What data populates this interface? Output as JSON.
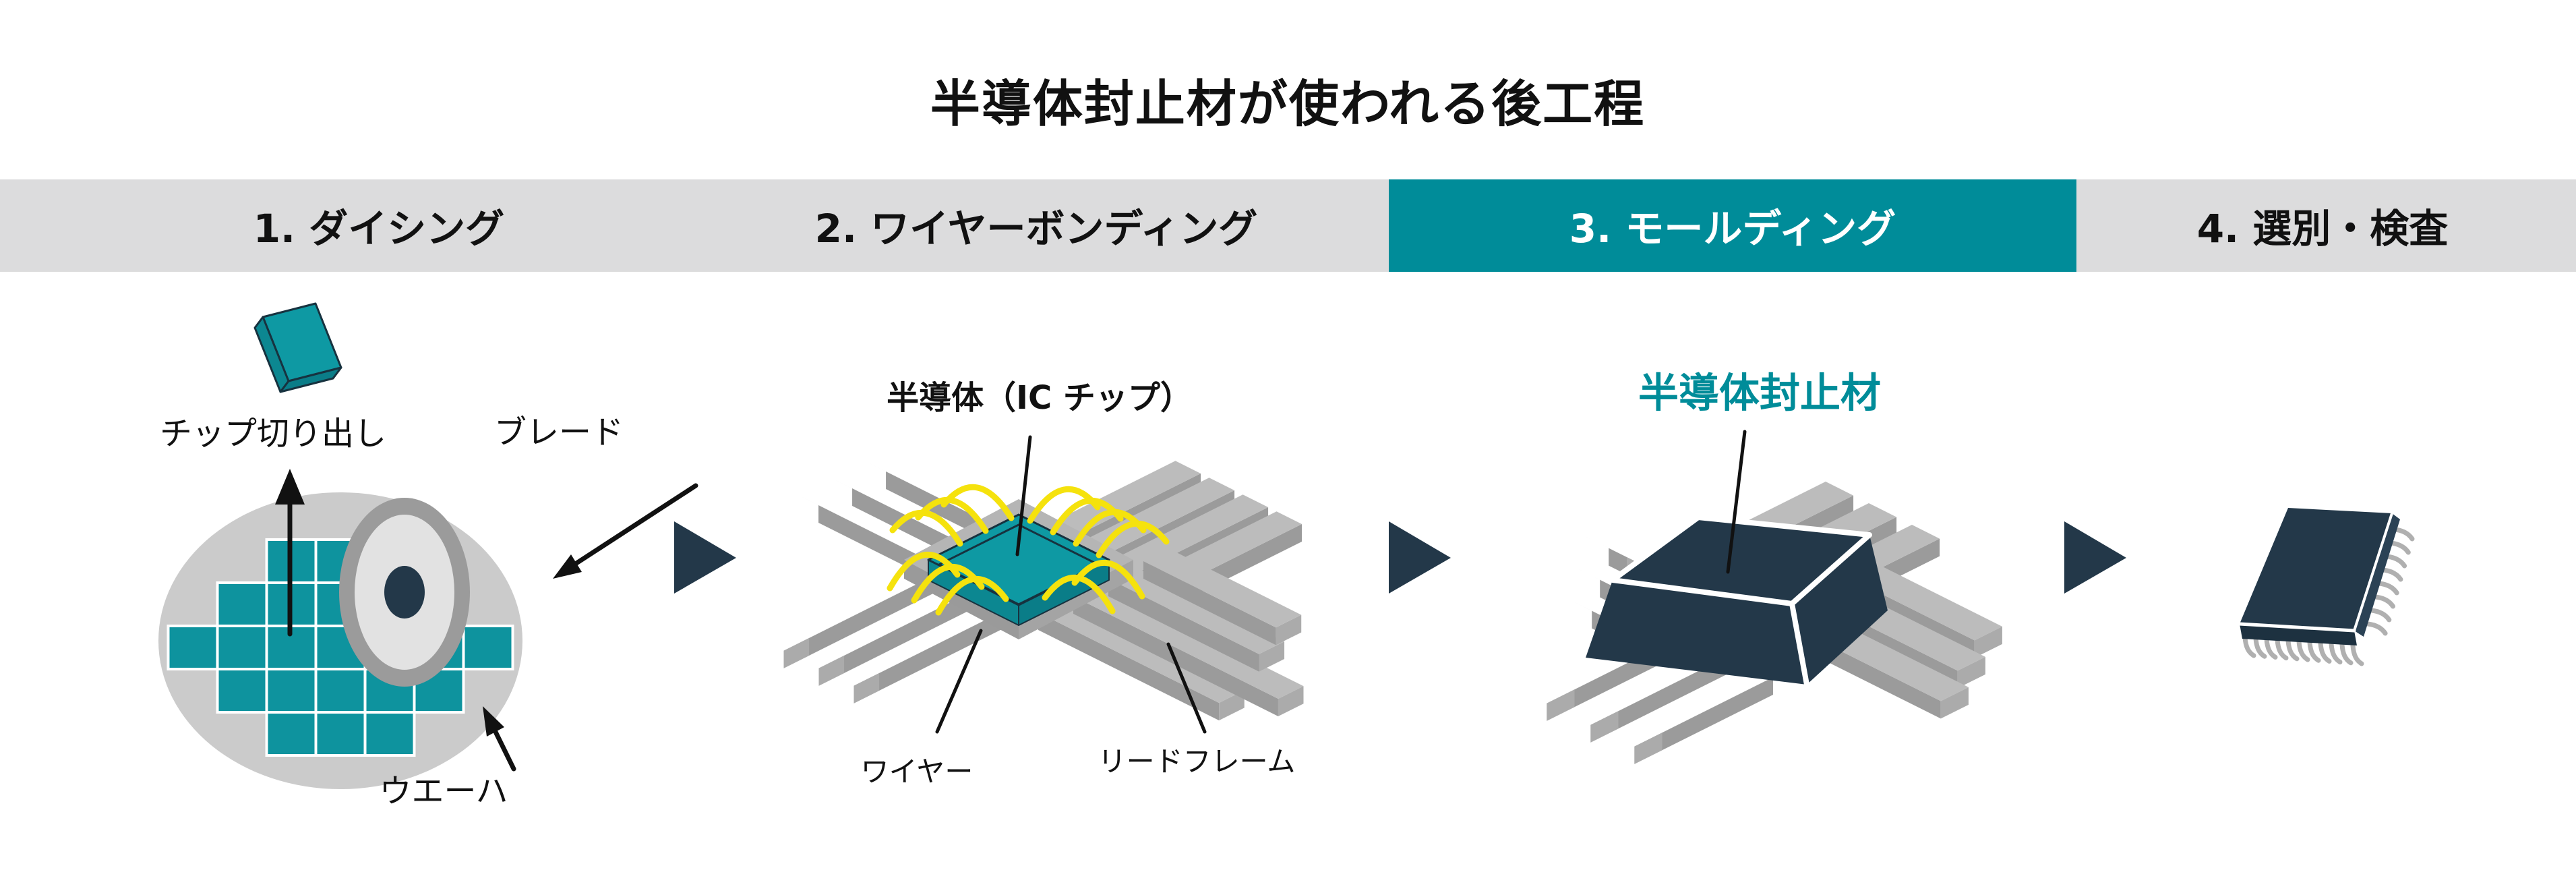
{
  "title": "半導体封止材が使われる後工程",
  "colors": {
    "accent_teal": "#008c99",
    "package_navy": "#233849",
    "wire_yellow": "#f5e20d",
    "bar_gray": "#dcdcdd"
  },
  "steps": [
    {
      "label": "1. ダイシング",
      "active": false
    },
    {
      "label": "2. ワイヤーボンディング",
      "active": false
    },
    {
      "label": "3. モールディング",
      "active": true
    },
    {
      "label": "4. 選別・検査",
      "active": false
    }
  ],
  "panels": {
    "dicing": {
      "labels": {
        "chip_cutout": "チップ切り出し",
        "blade": "ブレード",
        "wafer": "ウエーハ"
      }
    },
    "wire_bonding": {
      "labels": {
        "ic_chip": "半導体（IC チップ）",
        "wire": "ワイヤー",
        "lead_frame": "リードフレーム"
      }
    },
    "molding": {
      "labels": {
        "encapsulant": "半導体封止材"
      }
    },
    "inspection": {
      "labels": {}
    }
  }
}
